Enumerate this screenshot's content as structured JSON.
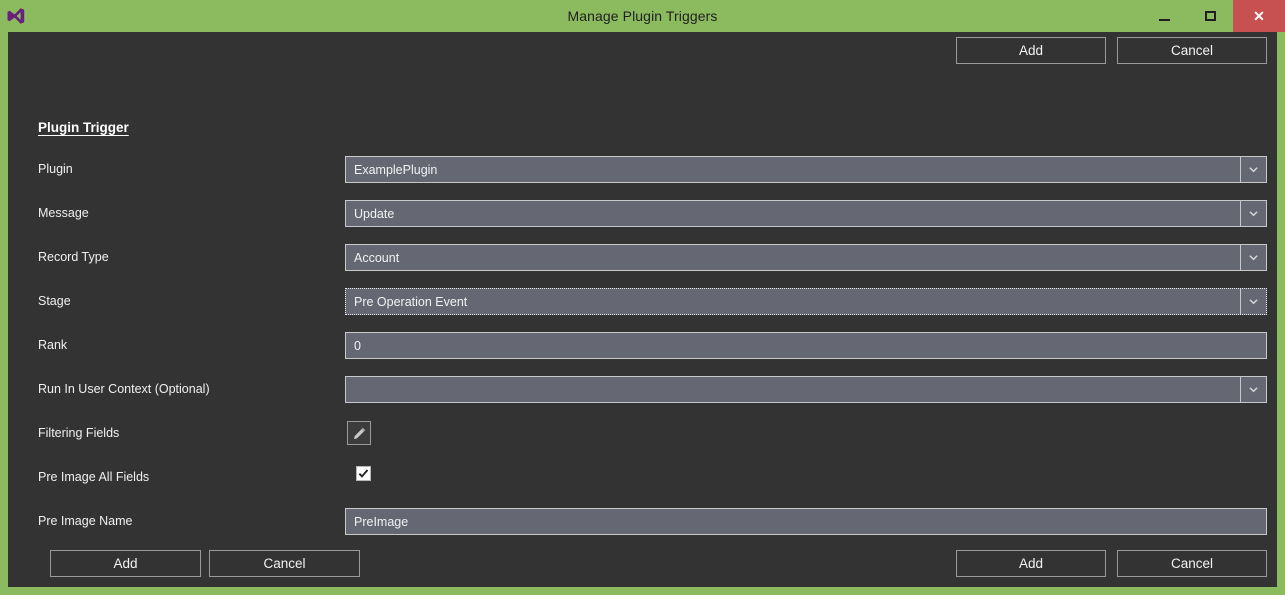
{
  "window": {
    "title": "Manage Plugin Triggers",
    "logo_icon": "visual-studio-logo",
    "accent_color": "#8cbb5f",
    "client_background": "#333333",
    "controls": {
      "minimize": "minimize-icon",
      "maximize": "maximize-icon",
      "close": "✕",
      "close_color": "#c75050"
    }
  },
  "top_actions": {
    "add_label": "Add",
    "cancel_label": "Cancel"
  },
  "section": {
    "title": "Plugin Trigger"
  },
  "form": {
    "rows": [
      {
        "label": "Plugin",
        "type": "combobox",
        "value": "ExamplePlugin",
        "focused": false
      },
      {
        "label": "Message",
        "type": "combobox",
        "value": "Update",
        "focused": false
      },
      {
        "label": "Record Type",
        "type": "combobox",
        "value": "Account",
        "focused": false
      },
      {
        "label": "Stage",
        "type": "combobox",
        "value": "Pre Operation Event",
        "focused": true
      },
      {
        "label": "Rank",
        "type": "textbox",
        "value": "0",
        "focused": false
      },
      {
        "label": "Run In User Context (Optional)",
        "type": "combobox",
        "value": "",
        "focused": false
      },
      {
        "label": "Filtering Fields",
        "type": "icon-button",
        "icon": "pencil-icon",
        "value": ""
      },
      {
        "label": "Pre Image All Fields",
        "type": "checkbox",
        "checked": true,
        "value": ""
      },
      {
        "label": "Pre Image Name",
        "type": "textbox",
        "value": "PreImage",
        "focused": false
      }
    ]
  },
  "bottom_actions": {
    "left_add_label": "Add",
    "left_cancel_label": "Cancel",
    "right_add_label": "Add",
    "right_cancel_label": "Cancel"
  }
}
